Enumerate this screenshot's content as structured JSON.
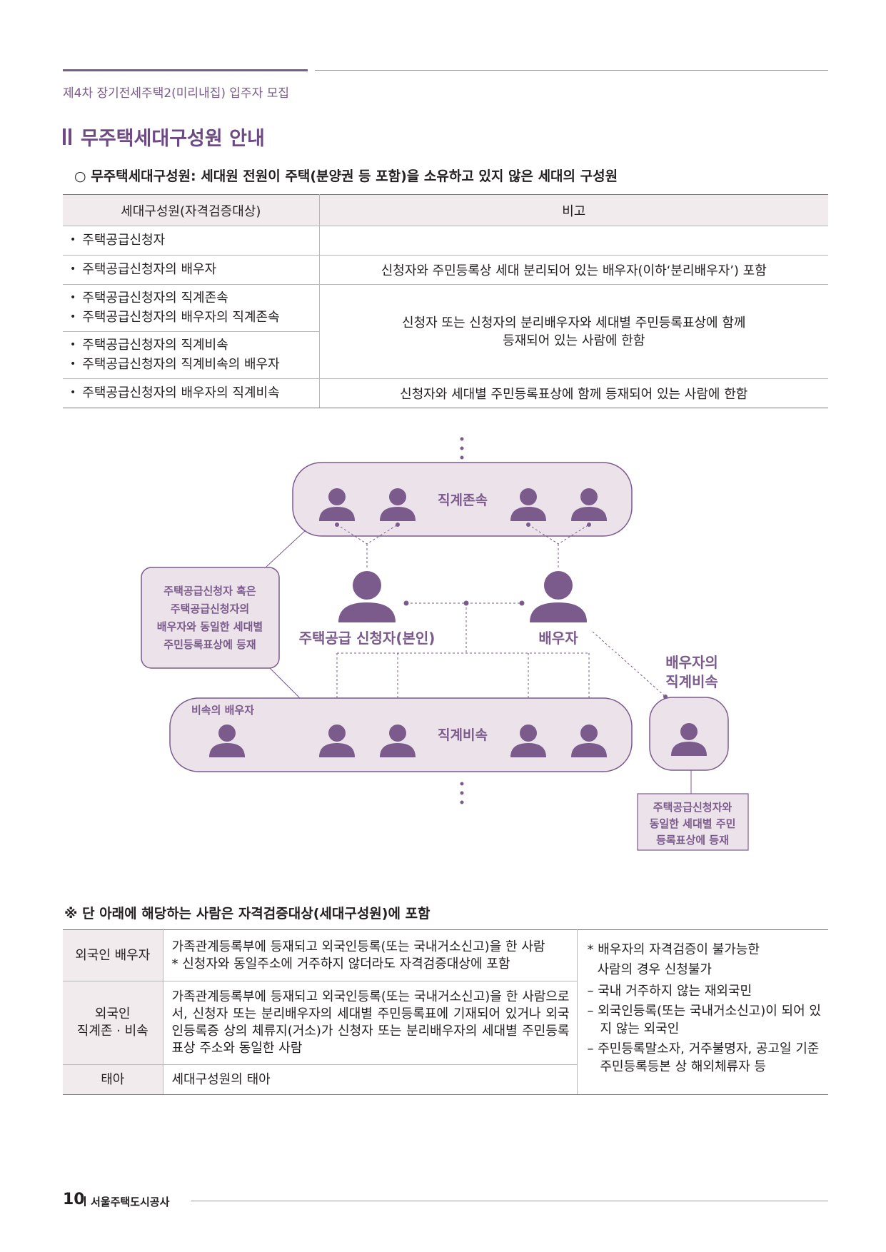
{
  "header": {
    "title": "제4차 장기전세주택2(미리내집) 입주자 모집"
  },
  "section": {
    "title": "무주택세대구성원 안내"
  },
  "definition": "○ 무주택세대구성원: 세대원 전원이 주택(분양권 등 포함)을 소유하고 있지 않은 세대의 구성원",
  "table1": {
    "headers": [
      "세대구성원(자격검증대상)",
      "비고"
    ],
    "rows": [
      {
        "members": [
          "주택공급신청자"
        ],
        "note": ""
      },
      {
        "members": [
          "주택공급신청자의 배우자"
        ],
        "note": "신청자와 주민등록상 세대 분리되어 있는 배우자(이하‘분리배우자’) 포함"
      },
      {
        "members": [
          "주택공급신청자의 직계존속",
          "주택공급신청자의 배우자의 직계존속"
        ]
      },
      {
        "members": [
          "주택공급신청자의 직계비속",
          "주택공급신청자의 직계비속의 배우자"
        ]
      },
      {
        "members": [
          "주택공급신청자의 배우자의 직계비속"
        ],
        "note": "신청자와 세대별 주민등록표상에 함께 등재되어 있는 사람에 한함"
      }
    ],
    "merged_note_line1": "신청자 또는 신청자의 분리배우자와 세대별 주민등록표상에 함께",
    "merged_note_line2": "등재되어 있는 사람에 한함"
  },
  "diagram": {
    "ascendants_label": "직계존속",
    "applicant_label": "주택공급 신청자(본인)",
    "spouse_label": "배우자",
    "descendants_label": "직계비속",
    "descendant_spouse_label": "비속의 배우자",
    "spouse_descendant_label_line1": "배우자의",
    "spouse_descendant_label_line2": "직계비속",
    "callout_left": [
      "주택공급신청자 혹은",
      "주택공급신청자의",
      "배우자와 동일한 세대별",
      "주민등록표상에 등재"
    ],
    "callout_right": [
      "주택공급신청자와",
      "동일한 세대별 주민",
      "등록표상에 등재"
    ],
    "colors": {
      "purple": "#7b5a8c",
      "fill": "#ece3ea",
      "stroke": "#7b5a8c"
    }
  },
  "note": {
    "title": "※ 단 아래에 해당하는 사람은 자격검증대상(세대구성원)에 포함"
  },
  "table2": {
    "rows": [
      {
        "label": [
          "외국인 배우자"
        ],
        "desc": [
          "가족관계등록부에 등재되고 외국인등록(또는 국내거소신고)을 한 사람",
          "* 신청자와 동일주소에 거주하지 않더라도 자격검증대상에 포함"
        ]
      },
      {
        "label": [
          "외국인",
          "직계존 · 비속"
        ],
        "desc": [
          "가족관계등록부에 등재되고 외국인등록(또는 국내거소신고)을 한 사람으로서, 신청자 또는 분리배우자의 세대별 주민등록표에 기재되어 있거나 외국인등록증 상의 체류지(거소)가 신청자 또는 분리배우자의 세대별 주민등록표상 주소와 동일한 사람"
        ]
      },
      {
        "label": [
          "태아"
        ],
        "desc": [
          "세대구성원의 태아"
        ]
      }
    ],
    "side_note": [
      "* 배우자의 자격검증이 불가능한",
      "사람의 경우 신청불가",
      "– 국내 거주하지 않는 재외국민",
      "– 외국인등록(또는 국내거소신고)이 되어 있지 않는 외국인",
      "– 주민등록말소자, 거주불명자, 공고일 기준 주민등록등본 상 해외체류자 등"
    ]
  },
  "footer": {
    "page_number": "10",
    "organization": "서울주택도시공사"
  }
}
